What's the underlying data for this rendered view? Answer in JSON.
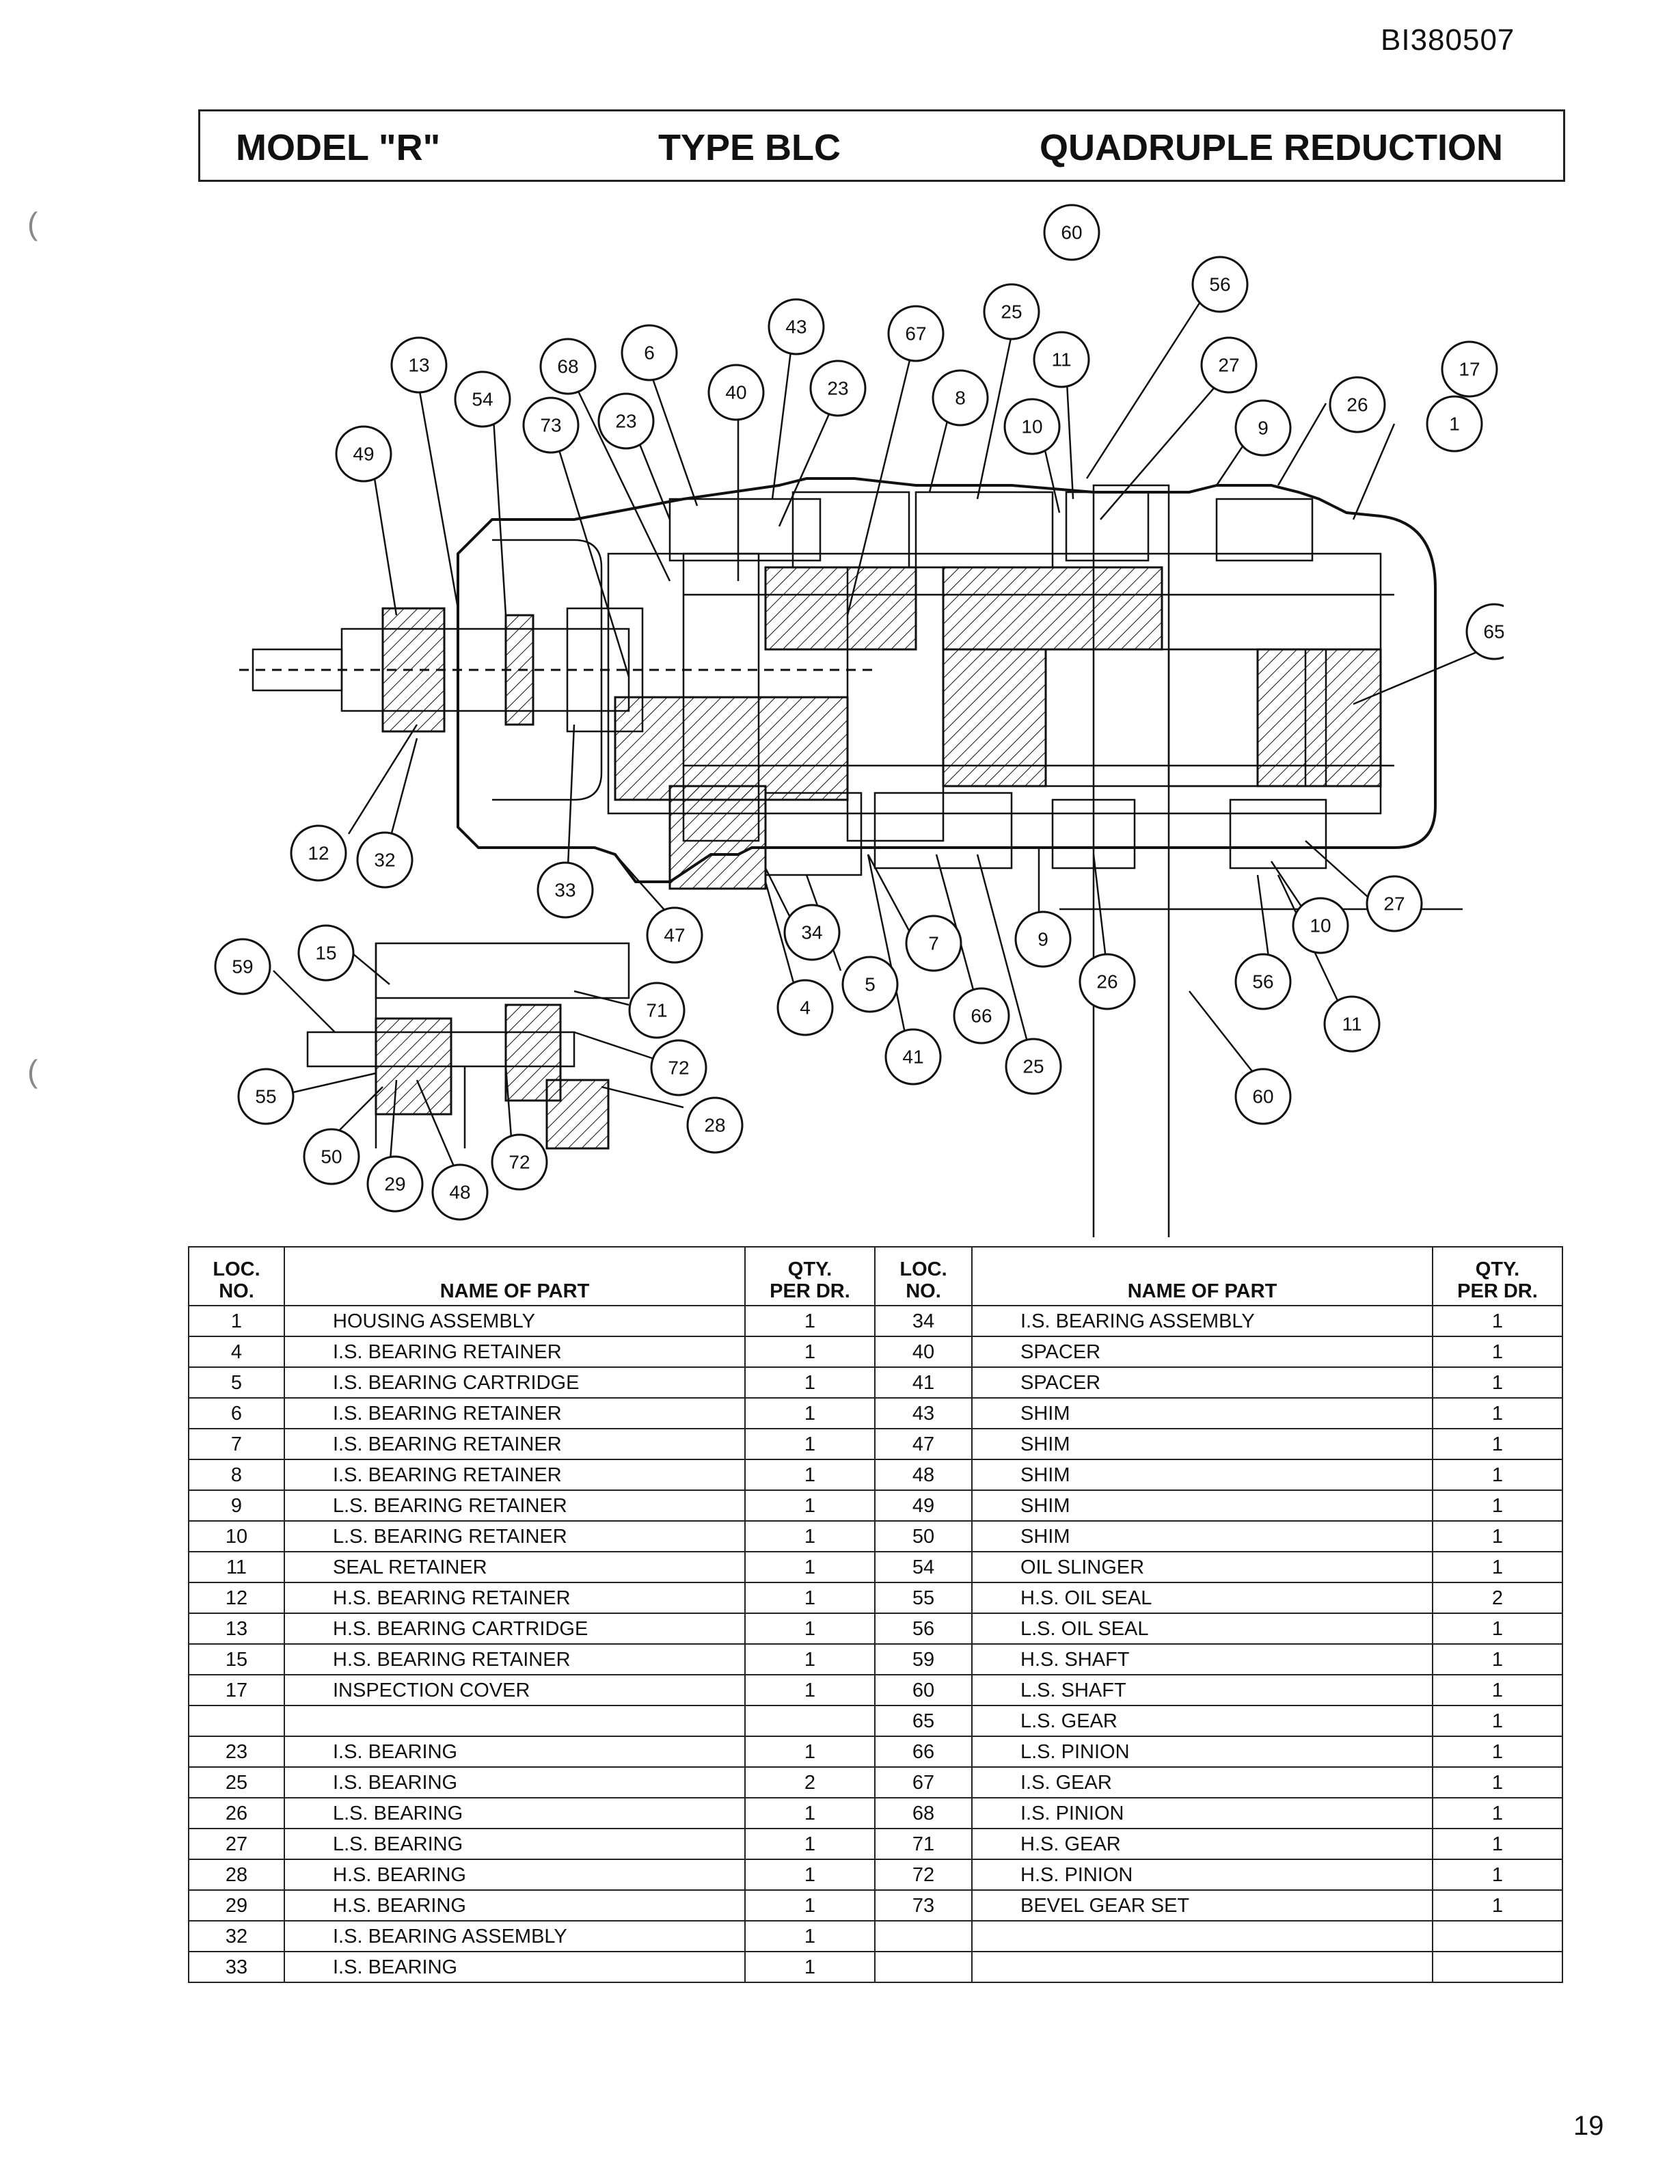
{
  "document_code": "BI380507",
  "header": {
    "model": "MODEL \"R\"",
    "type": "TYPE BLC",
    "reduction": "QUADRUPLE REDUCTION"
  },
  "callouts": [
    "60",
    "56",
    "43",
    "67",
    "25",
    "13",
    "54",
    "68",
    "6",
    "40",
    "23",
    "11",
    "27",
    "17",
    "49",
    "73",
    "23",
    "8",
    "10",
    "9",
    "26",
    "1",
    "65",
    "12",
    "32",
    "33",
    "47",
    "34",
    "5",
    "4",
    "7",
    "41",
    "66",
    "9",
    "25",
    "26",
    "27",
    "10",
    "56",
    "11",
    "60",
    "59",
    "15",
    "71",
    "72",
    "28",
    "55",
    "50",
    "29",
    "48",
    "72"
  ],
  "table": {
    "headers": {
      "loc_no": "LOC.\nNO.",
      "name": "NAME OF PART",
      "qty": "QTY.\nPER DR."
    },
    "left_rows": [
      {
        "loc": "1",
        "name": "HOUSING ASSEMBLY",
        "qty": "1"
      },
      {
        "loc": "4",
        "name": "I.S. BEARING RETAINER",
        "qty": "1"
      },
      {
        "loc": "5",
        "name": "I.S. BEARING CARTRIDGE",
        "qty": "1"
      },
      {
        "loc": "6",
        "name": "I.S. BEARING RETAINER",
        "qty": "1"
      },
      {
        "loc": "7",
        "name": "I.S. BEARING RETAINER",
        "qty": "1"
      },
      {
        "loc": "8",
        "name": "I.S. BEARING RETAINER",
        "qty": "1"
      },
      {
        "loc": "9",
        "name": "L.S. BEARING RETAINER",
        "qty": "1"
      },
      {
        "loc": "10",
        "name": "L.S. BEARING RETAINER",
        "qty": "1"
      },
      {
        "loc": "11",
        "name": "SEAL RETAINER",
        "qty": "1"
      },
      {
        "loc": "12",
        "name": "H.S. BEARING RETAINER",
        "qty": "1"
      },
      {
        "loc": "13",
        "name": "H.S. BEARING CARTRIDGE",
        "qty": "1"
      },
      {
        "loc": "15",
        "name": "H.S. BEARING RETAINER",
        "qty": "1"
      },
      {
        "loc": "17",
        "name": "INSPECTION COVER",
        "qty": "1"
      },
      {
        "loc": "",
        "name": "",
        "qty": ""
      },
      {
        "loc": "23",
        "name": "I.S. BEARING",
        "qty": "1"
      },
      {
        "loc": "25",
        "name": "I.S. BEARING",
        "qty": "2"
      },
      {
        "loc": "26",
        "name": "L.S. BEARING",
        "qty": "1"
      },
      {
        "loc": "27",
        "name": "L.S. BEARING",
        "qty": "1"
      },
      {
        "loc": "28",
        "name": "H.S. BEARING",
        "qty": "1"
      },
      {
        "loc": "29",
        "name": "H.S. BEARING",
        "qty": "1"
      },
      {
        "loc": "32",
        "name": "I.S. BEARING ASSEMBLY",
        "qty": "1"
      },
      {
        "loc": "33",
        "name": "I.S. BEARING",
        "qty": "1"
      }
    ],
    "right_rows": [
      {
        "loc": "34",
        "name": "I.S. BEARING ASSEMBLY",
        "qty": "1"
      },
      {
        "loc": "40",
        "name": "SPACER",
        "qty": "1"
      },
      {
        "loc": "41",
        "name": "SPACER",
        "qty": "1"
      },
      {
        "loc": "43",
        "name": "SHIM",
        "qty": "1"
      },
      {
        "loc": "47",
        "name": "SHIM",
        "qty": "1"
      },
      {
        "loc": "48",
        "name": "SHIM",
        "qty": "1"
      },
      {
        "loc": "49",
        "name": "SHIM",
        "qty": "1"
      },
      {
        "loc": "50",
        "name": "SHIM",
        "qty": "1"
      },
      {
        "loc": "54",
        "name": "OIL SLINGER",
        "qty": "1"
      },
      {
        "loc": "55",
        "name": "H.S. OIL SEAL",
        "qty": "2"
      },
      {
        "loc": "56",
        "name": "L.S. OIL SEAL",
        "qty": "1"
      },
      {
        "loc": "59",
        "name": "H.S. SHAFT",
        "qty": "1"
      },
      {
        "loc": "60",
        "name": "L.S. SHAFT",
        "qty": "1"
      },
      {
        "loc": "65",
        "name": "L.S. GEAR",
        "qty": "1"
      },
      {
        "loc": "66",
        "name": "L.S. PINION",
        "qty": "1"
      },
      {
        "loc": "67",
        "name": "I.S. GEAR",
        "qty": "1"
      },
      {
        "loc": "68",
        "name": "I.S. PINION",
        "qty": "1"
      },
      {
        "loc": "71",
        "name": "H.S. GEAR",
        "qty": "1"
      },
      {
        "loc": "72",
        "name": "H.S. PINION",
        "qty": "1"
      },
      {
        "loc": "73",
        "name": "BEVEL GEAR SET",
        "qty": "1"
      },
      {
        "loc": "",
        "name": "",
        "qty": ""
      },
      {
        "loc": "",
        "name": "",
        "qty": ""
      }
    ]
  },
  "page_number": "19"
}
